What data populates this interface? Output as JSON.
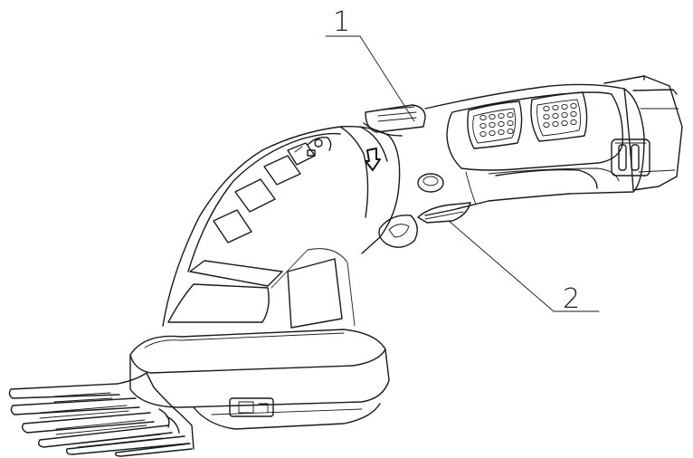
{
  "callouts": [
    {
      "label": "1",
      "target": "lock-off-switch"
    },
    {
      "label": "2",
      "target": "trigger-switch"
    }
  ],
  "colors": {
    "line": "#1a1a1a",
    "background": "#ffffff"
  }
}
